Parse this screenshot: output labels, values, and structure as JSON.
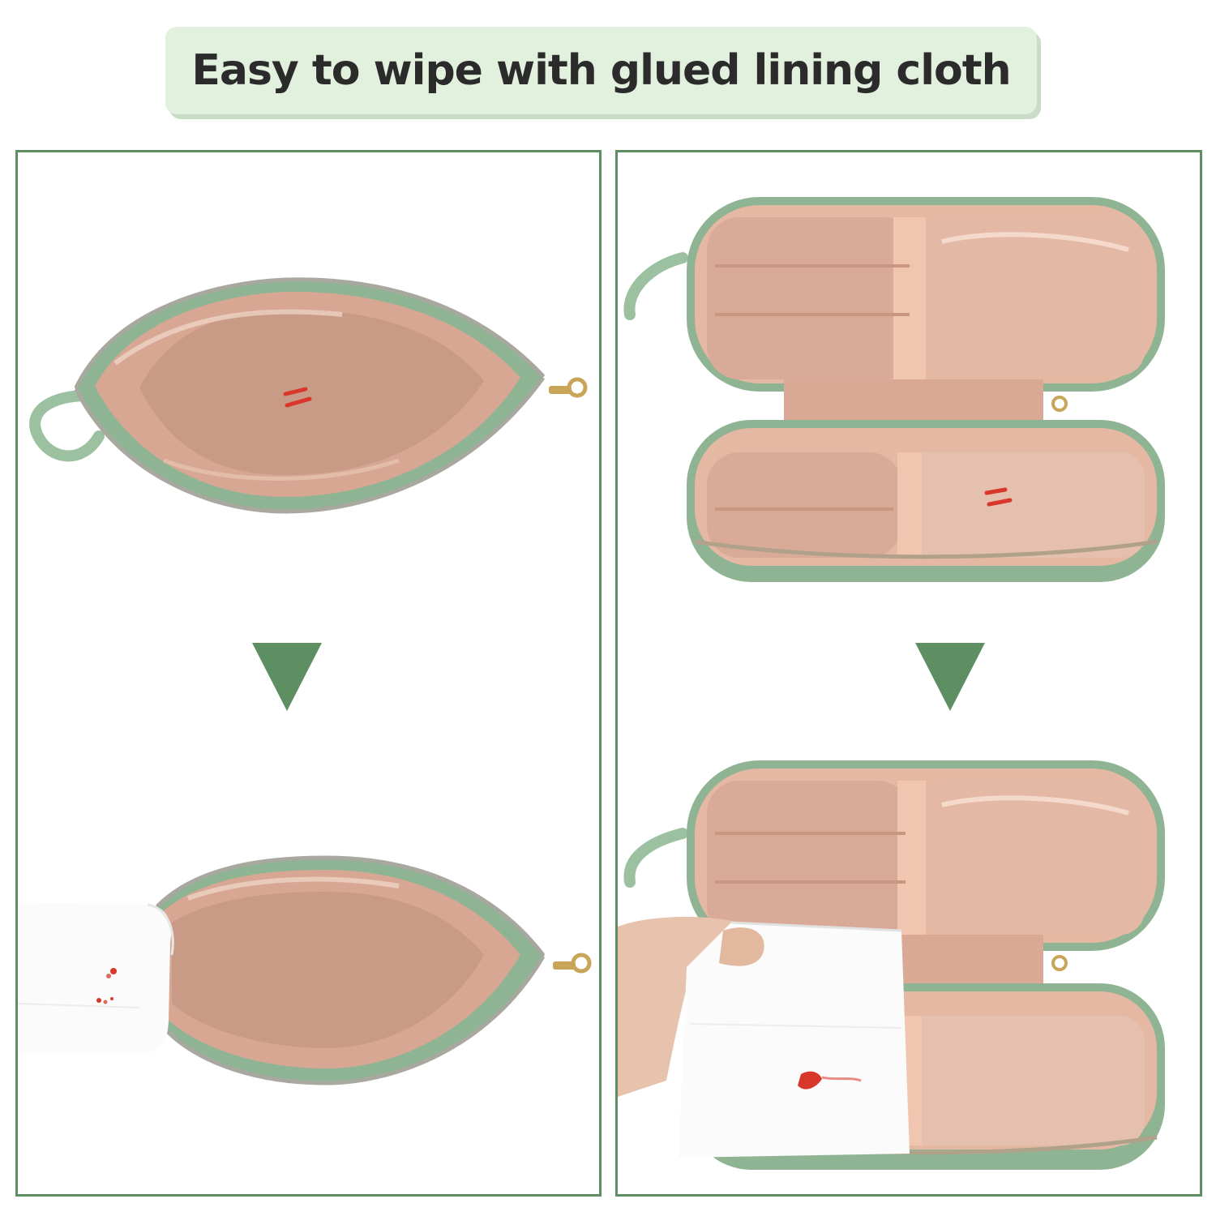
{
  "banner": {
    "title": "Easy to wipe with glued lining cloth"
  },
  "colors": {
    "frame_green": "#5e8f63",
    "arrow_green": "#5e8f63",
    "banner_bg": "#e2f0de",
    "bag_green": "#8fb493",
    "lining_pink": "#d9aa97",
    "stain_red": "#d8382c"
  },
  "panels": [
    {
      "name": "left-pouch-comparison",
      "steps": [
        "stained-flat-pouch",
        "wiped-flat-pouch-with-tissue"
      ]
    },
    {
      "name": "right-case-comparison",
      "steps": [
        "stained-pencil-case",
        "wiped-pencil-case-with-tissue"
      ]
    }
  ],
  "icons": {
    "step_arrow": "down-triangle-icon"
  }
}
